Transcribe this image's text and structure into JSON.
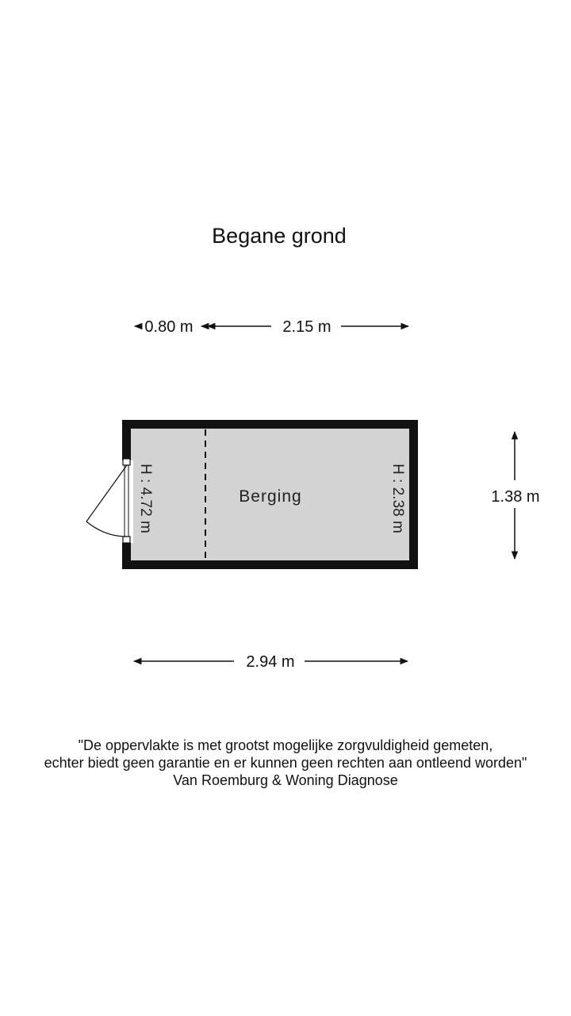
{
  "floor": {
    "title": "Begane grond"
  },
  "dimensions": {
    "top_left": "0.80 m",
    "top_right": "2.15 m",
    "right": "1.38 m",
    "bottom": "2.94 m"
  },
  "rooms": {
    "name": "Berging",
    "height_left": "H : 4.72 m",
    "height_right": "H : 2.38 m"
  },
  "colors": {
    "wall": "#111111",
    "floor": "#d3d3d3",
    "text": "#111111"
  },
  "disclaimer": {
    "line1": "\"De oppervlakte is met grootst mogelijke zorgvuldigheid gemeten,",
    "line2": "echter biedt geen garantie en er kunnen geen rechten aan ontleend worden\"",
    "line3": "Van Roemburg & Woning Diagnose"
  }
}
